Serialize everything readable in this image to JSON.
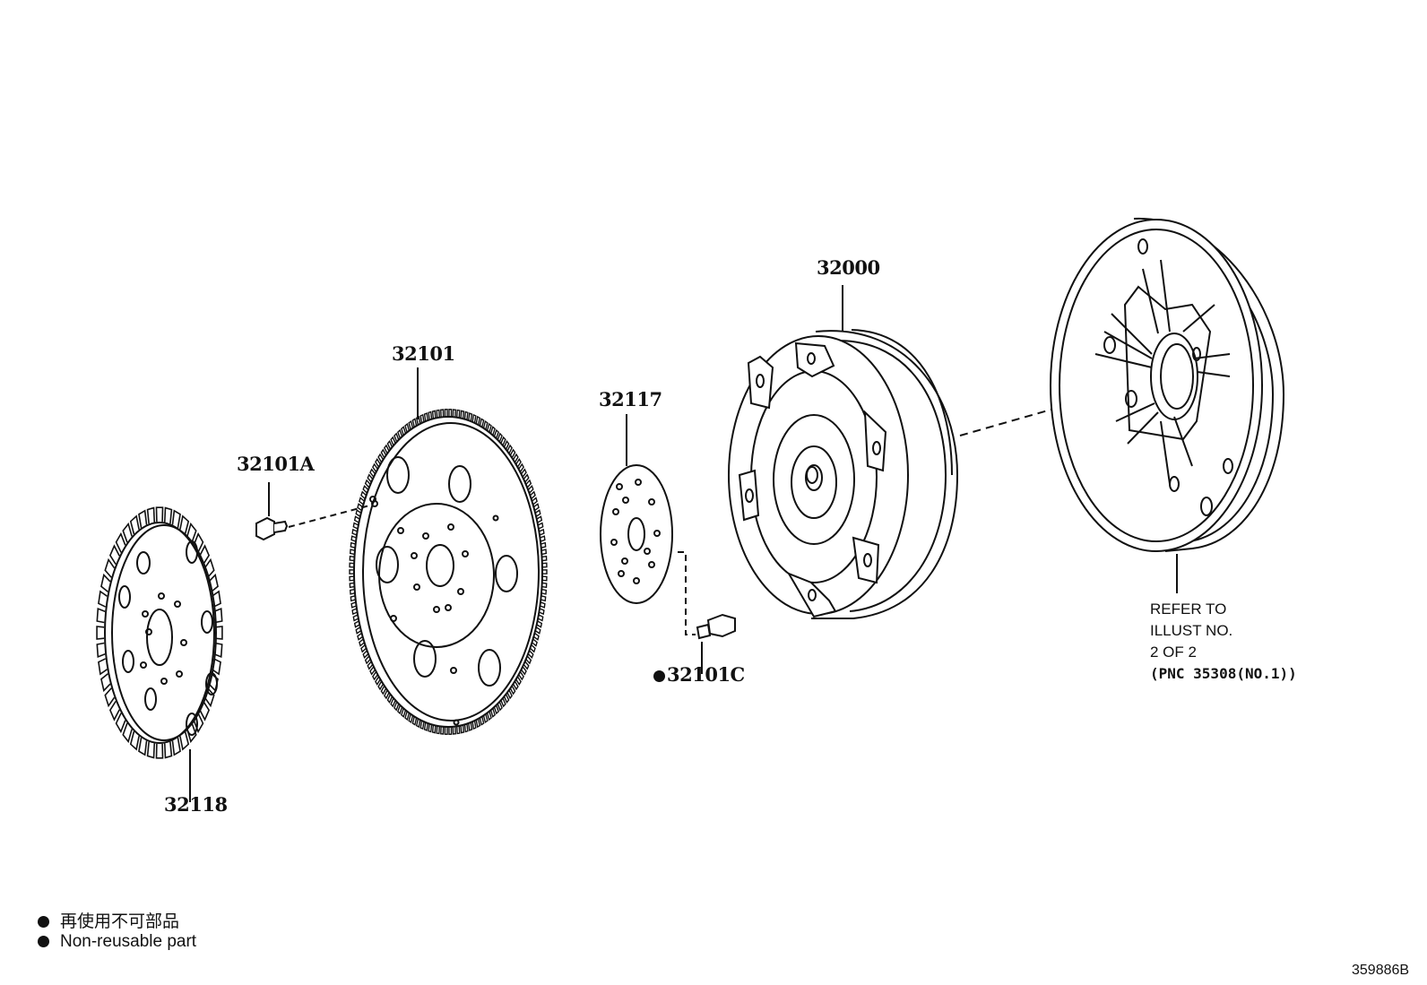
{
  "parts": {
    "p32000": "32000",
    "p32101": "32101",
    "p32117": "32117",
    "p32101A": "32101A",
    "p32101C": "32101C",
    "p32118": "32118"
  },
  "refer": {
    "line1": "REFER TO",
    "line2": "ILLUST NO.",
    "line3": "2 OF 2",
    "line4": "(PNC 35308(NO.1))"
  },
  "legend": {
    "jp": "再使用不可部品",
    "en": "Non-reusable part"
  },
  "illust_number": "359886B"
}
